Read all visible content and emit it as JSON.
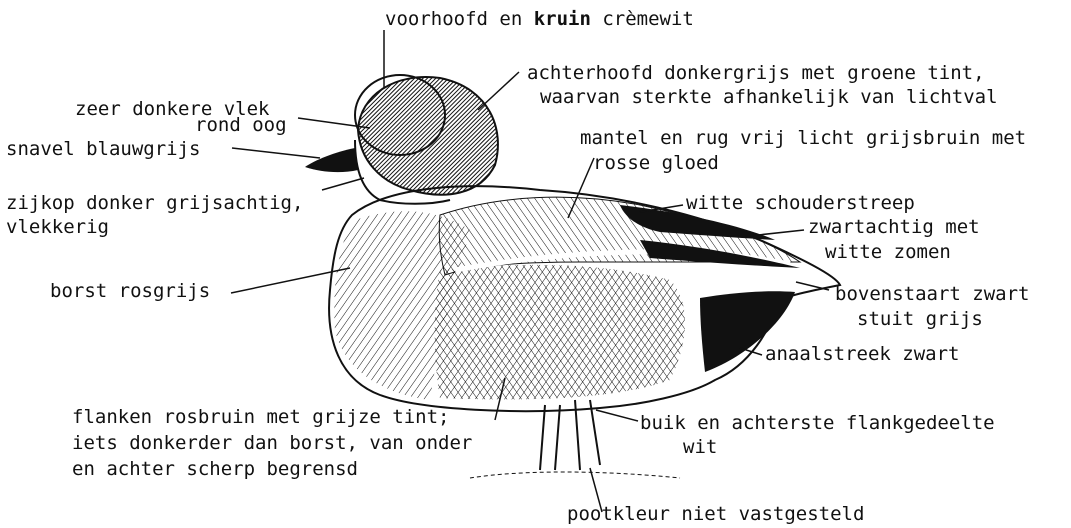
{
  "colors": {
    "ink": "#111111",
    "paper": "#ffffff"
  },
  "labels": {
    "voorhoofd_a": "voorhoofd en ",
    "voorhoofd_b": "kruin",
    "voorhoofd_c": " crèmewit",
    "achterhoofd_1": "achterhoofd donkergrijs met groene tint,",
    "achterhoofd_2": "waarvan sterkte afhankelijk van lichtval",
    "vlek_1": "zeer donkere vlek",
    "vlek_2": "rond oog",
    "snavel": "snavel blauwgrijs",
    "mantel_1": "mantel en rug vrij licht grijsbruin met",
    "mantel_2": "rosse gloed",
    "zijkop_1": "zijkop donker grijsachtig,",
    "zijkop_2": "vlekkerig",
    "schouder": "witte schouderstreep",
    "zwart_1": "zwartachtig met",
    "zwart_2": "witte zomen",
    "borst": "borst rosgrijs",
    "bovenstaart_1": "bovenstaart zwart",
    "bovenstaart_2": "stuit grijs",
    "anaal": "anaalstreek zwart",
    "flanken_1": "flanken rosbruin met grijze tint;",
    "flanken_2": "iets donkerder dan borst, van onder",
    "flanken_3": "en achter scherp begrensd",
    "buik_1": "buik en achterste flankgedeelte",
    "buik_2": "wit",
    "poot": "pootkleur niet vastgesteld"
  }
}
